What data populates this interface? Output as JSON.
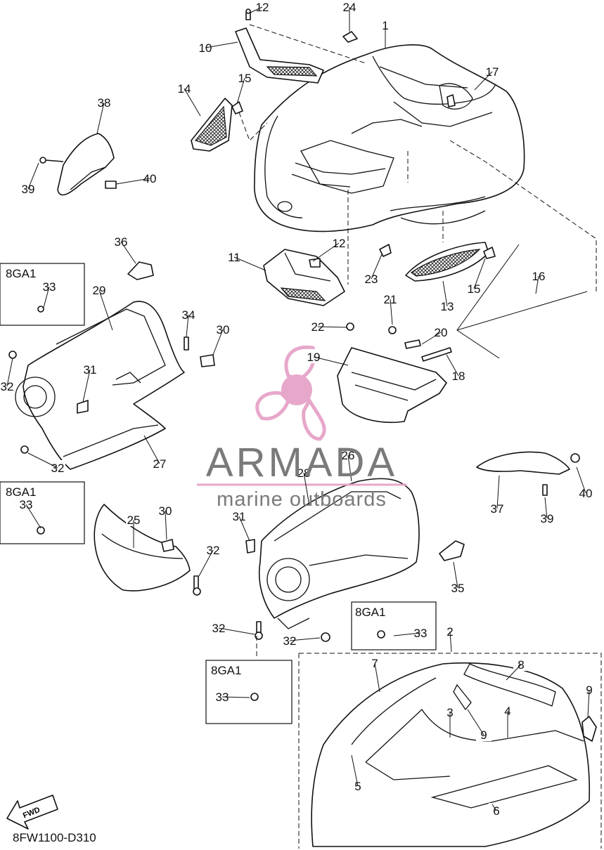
{
  "diagram_code": "8FW1100-D310",
  "fwd_label": "FWD",
  "watermark": {
    "brand": "ARMADA",
    "tagline": "marine outboards",
    "accent_color": "#e6a3c8",
    "text_color": "#7a7a7a"
  },
  "variant_label": "8GA1",
  "callouts": [
    "1",
    "2",
    "3",
    "4",
    "5",
    "6",
    "7",
    "8",
    "9",
    "9",
    "10",
    "11",
    "12",
    "12",
    "13",
    "14",
    "15",
    "15",
    "16",
    "17",
    "18",
    "19",
    "20",
    "21",
    "22",
    "23",
    "24",
    "25",
    "26",
    "27",
    "28",
    "29",
    "30",
    "30",
    "31",
    "31",
    "32",
    "32",
    "32",
    "32",
    "32",
    "33",
    "33",
    "33",
    "33",
    "34",
    "35",
    "36",
    "37",
    "38",
    "39",
    "39",
    "40",
    "40"
  ]
}
